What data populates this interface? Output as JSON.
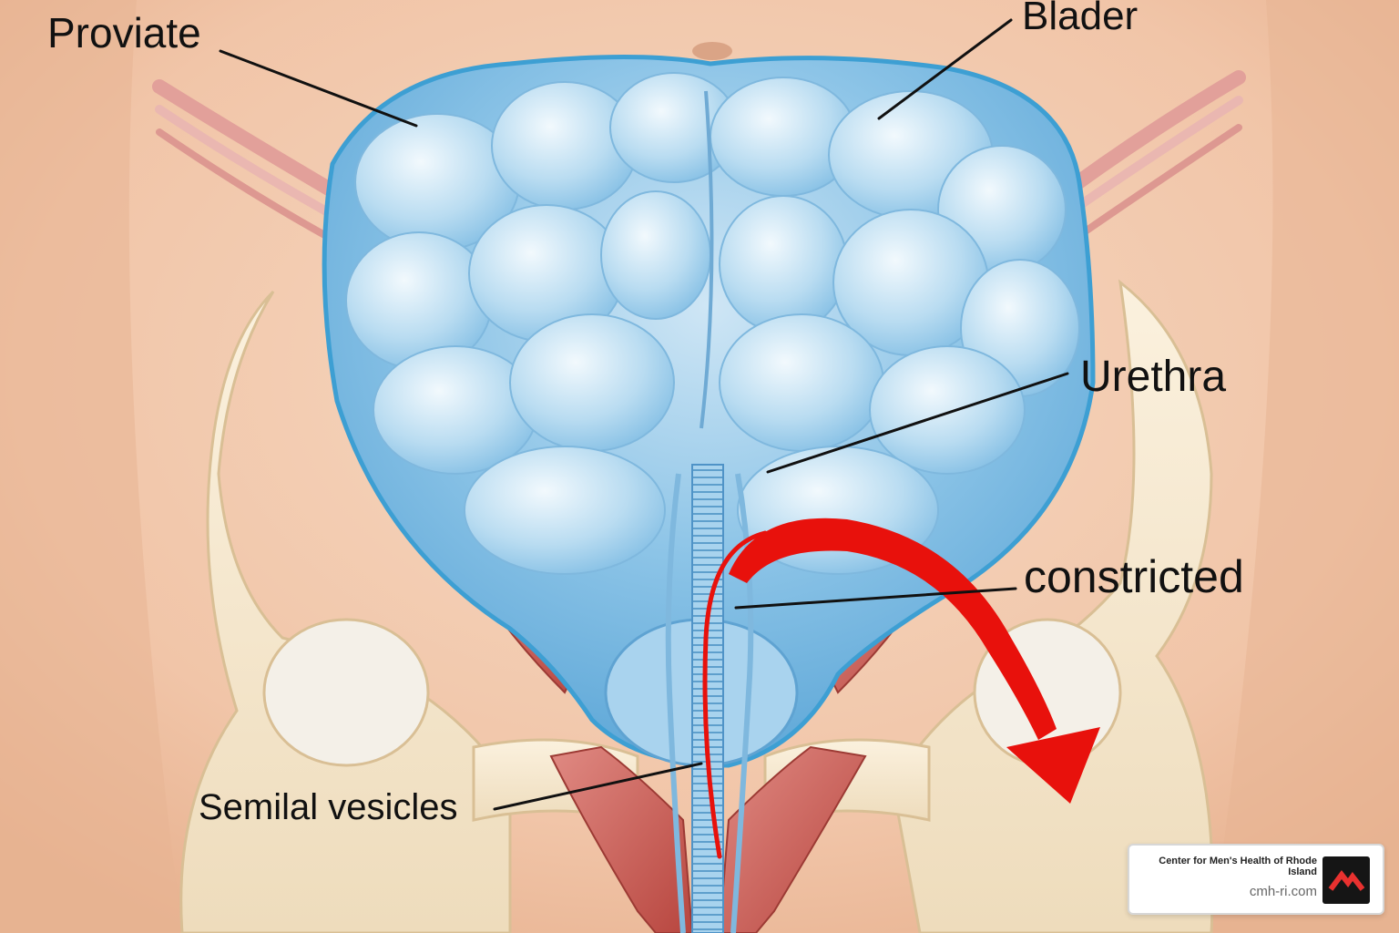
{
  "labels": {
    "prostate": "Proviate",
    "bladder": "Blader",
    "urethra": "Urethra",
    "constricted": "constricted",
    "vesicles": "Semilal vesicles"
  },
  "brand": {
    "name": "Center for Men's Health of Rhode Island",
    "url": "cmh-ri.com",
    "logo_icon": "mountain-peaks-logo-icon",
    "logo_color": "#e8312f"
  },
  "colors": {
    "skin": "#f3cdb2",
    "bone": "#f5e6cc",
    "organ_blue": "#7fbde2",
    "organ_outline": "#3d9fd3",
    "muscle": "#c95a55",
    "arrow": "#e8110c",
    "leader_line": "#111111"
  }
}
